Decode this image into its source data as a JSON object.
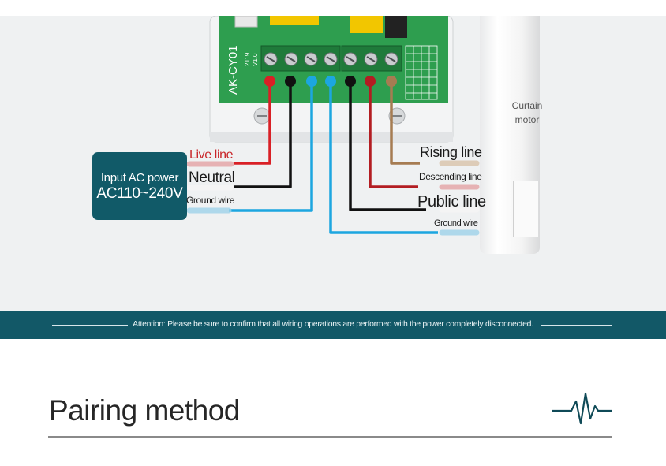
{
  "diagram": {
    "board_model": "AK-CY01",
    "board_code": "2119",
    "board_version": "V1.0",
    "input_box": {
      "line1": "Input AC power",
      "line2": "AC110~240V"
    },
    "left_labels": {
      "live": "Live line",
      "neutral": "Neutral",
      "ground": "Ground wire"
    },
    "right_labels": {
      "rising": "Rising line",
      "descending": "Descending line",
      "public": "Public line",
      "ground": "Ground wire"
    },
    "motor_label_line1": "Curtain",
    "motor_label_line2": "motor",
    "wire_colors": {
      "live": "#d92026",
      "neutral": "#111111",
      "ground": "#1ca6e0",
      "public": "#111111",
      "descending": "#b31d22",
      "rising": "#a67c52"
    }
  },
  "attention": {
    "text": "Attention: Please be sure to confirm that all wiring operations are performed with the power completely disconnected."
  },
  "section": {
    "title": "Pairing method"
  },
  "colors": {
    "brand_teal": "#125867",
    "panel_bg": "#eff1f2",
    "board_green": "#2e9e4f"
  }
}
